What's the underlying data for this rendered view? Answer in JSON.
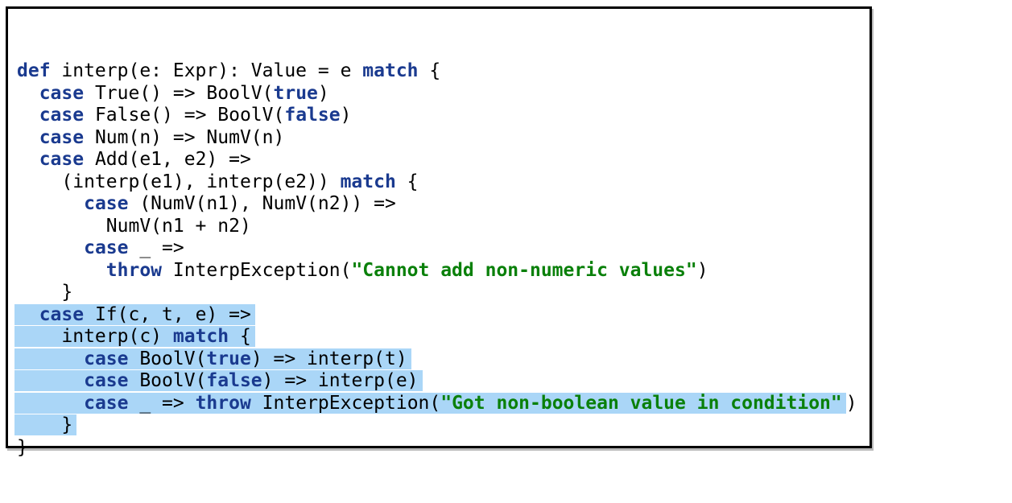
{
  "page": {
    "background_color": "#ffffff",
    "description": "Code snippet viewer showing a Scala interpreter function with a text selection over the If-case block"
  },
  "code_block": {
    "border_color": "#000000",
    "background_color": "#ffffff",
    "highlight_color": "#aad6f7",
    "colors": {
      "plain": "#000000",
      "keyword": "#1a3a8f",
      "string": "#0a800a"
    },
    "full_text": "def interp(e: Expr): Value = e match {\n  case True() => BoolV(true)\n  case False() => BoolV(false)\n  case Num(n) => NumV(n)\n  case Add(e1, e2) =>\n    (interp(e1), interp(e2)) match {\n      case (NumV(n1), NumV(n2)) =>\n        NumV(n1 + n2)\n      case _ =>\n        throw InterpException(\"Cannot add non-numeric values\")\n    }\n  case If(c, t, e) =>\n    interp(c) match {\n      case BoolV(true) => interp(t)\n      case BoolV(false) => interp(e)\n      case _ => throw InterpException(\"Got non-boolean value in condition\")\n    }\n}",
    "selected_lines": [
      12,
      13,
      14,
      15,
      16,
      17
    ],
    "lines": [
      {
        "hl": false,
        "segments": [
          {
            "c": "k",
            "t": "def"
          },
          {
            "c": "p",
            "t": " interp(e: Expr): Value = e "
          },
          {
            "c": "k",
            "t": "match"
          },
          {
            "c": "p",
            "t": " {"
          }
        ]
      },
      {
        "hl": false,
        "segments": [
          {
            "c": "p",
            "t": "  "
          },
          {
            "c": "k",
            "t": "case"
          },
          {
            "c": "p",
            "t": " True() => BoolV("
          },
          {
            "c": "k",
            "t": "true"
          },
          {
            "c": "p",
            "t": ")"
          }
        ]
      },
      {
        "hl": false,
        "segments": [
          {
            "c": "p",
            "t": "  "
          },
          {
            "c": "k",
            "t": "case"
          },
          {
            "c": "p",
            "t": " False() => BoolV("
          },
          {
            "c": "k",
            "t": "false"
          },
          {
            "c": "p",
            "t": ")"
          }
        ]
      },
      {
        "hl": false,
        "segments": [
          {
            "c": "p",
            "t": "  "
          },
          {
            "c": "k",
            "t": "case"
          },
          {
            "c": "p",
            "t": " Num(n) => NumV(n)"
          }
        ]
      },
      {
        "hl": false,
        "segments": [
          {
            "c": "p",
            "t": "  "
          },
          {
            "c": "k",
            "t": "case"
          },
          {
            "c": "p",
            "t": " Add(e1, e2) =>"
          }
        ]
      },
      {
        "hl": false,
        "segments": [
          {
            "c": "p",
            "t": "    (interp(e1), interp(e2)) "
          },
          {
            "c": "k",
            "t": "match"
          },
          {
            "c": "p",
            "t": " {"
          }
        ]
      },
      {
        "hl": false,
        "segments": [
          {
            "c": "p",
            "t": "      "
          },
          {
            "c": "k",
            "t": "case"
          },
          {
            "c": "p",
            "t": " (NumV(n1), NumV(n2)) =>"
          }
        ]
      },
      {
        "hl": false,
        "segments": [
          {
            "c": "p",
            "t": "        NumV(n1 + n2)"
          }
        ]
      },
      {
        "hl": false,
        "segments": [
          {
            "c": "p",
            "t": "      "
          },
          {
            "c": "k",
            "t": "case"
          },
          {
            "c": "p",
            "t": " _ =>"
          }
        ]
      },
      {
        "hl": false,
        "segments": [
          {
            "c": "p",
            "t": "        "
          },
          {
            "c": "k",
            "t": "throw"
          },
          {
            "c": "p",
            "t": " InterpException("
          },
          {
            "c": "s",
            "t": "\"Cannot add non-numeric values\""
          },
          {
            "c": "p",
            "t": ")"
          }
        ]
      },
      {
        "hl": false,
        "segments": [
          {
            "c": "p",
            "t": "    }"
          }
        ]
      },
      {
        "hl": true,
        "segments": [
          {
            "c": "p",
            "t": "  "
          },
          {
            "c": "k",
            "t": "case"
          },
          {
            "c": "p",
            "t": " If(c, t, e) =>"
          }
        ]
      },
      {
        "hl": true,
        "segments": [
          {
            "c": "p",
            "t": "    interp(c) "
          },
          {
            "c": "k",
            "t": "match"
          },
          {
            "c": "p",
            "t": " {"
          }
        ]
      },
      {
        "hl": true,
        "segments": [
          {
            "c": "p",
            "t": "      "
          },
          {
            "c": "k",
            "t": "case"
          },
          {
            "c": "p",
            "t": " BoolV("
          },
          {
            "c": "k",
            "t": "true"
          },
          {
            "c": "p",
            "t": ") => interp(t)"
          }
        ]
      },
      {
        "hl": true,
        "segments": [
          {
            "c": "p",
            "t": "      "
          },
          {
            "c": "k",
            "t": "case"
          },
          {
            "c": "p",
            "t": " BoolV("
          },
          {
            "c": "k",
            "t": "false"
          },
          {
            "c": "p",
            "t": ") => interp(e)"
          }
        ]
      },
      {
        "hl": true,
        "segments": [
          {
            "c": "p",
            "t": "      "
          },
          {
            "c": "k",
            "t": "case"
          },
          {
            "c": "p",
            "t": " _ => "
          },
          {
            "c": "k",
            "t": "throw"
          },
          {
            "c": "p",
            "t": " InterpException("
          },
          {
            "c": "s",
            "t": "\"Got non-boolean value in condition\""
          }
        ],
        "tail": [
          {
            "c": "p",
            "t": ")"
          }
        ]
      },
      {
        "hl": true,
        "segments": [
          {
            "c": "p",
            "t": "    }"
          }
        ]
      },
      {
        "hl": false,
        "segments": [
          {
            "c": "p",
            "t": "}"
          }
        ]
      }
    ]
  }
}
